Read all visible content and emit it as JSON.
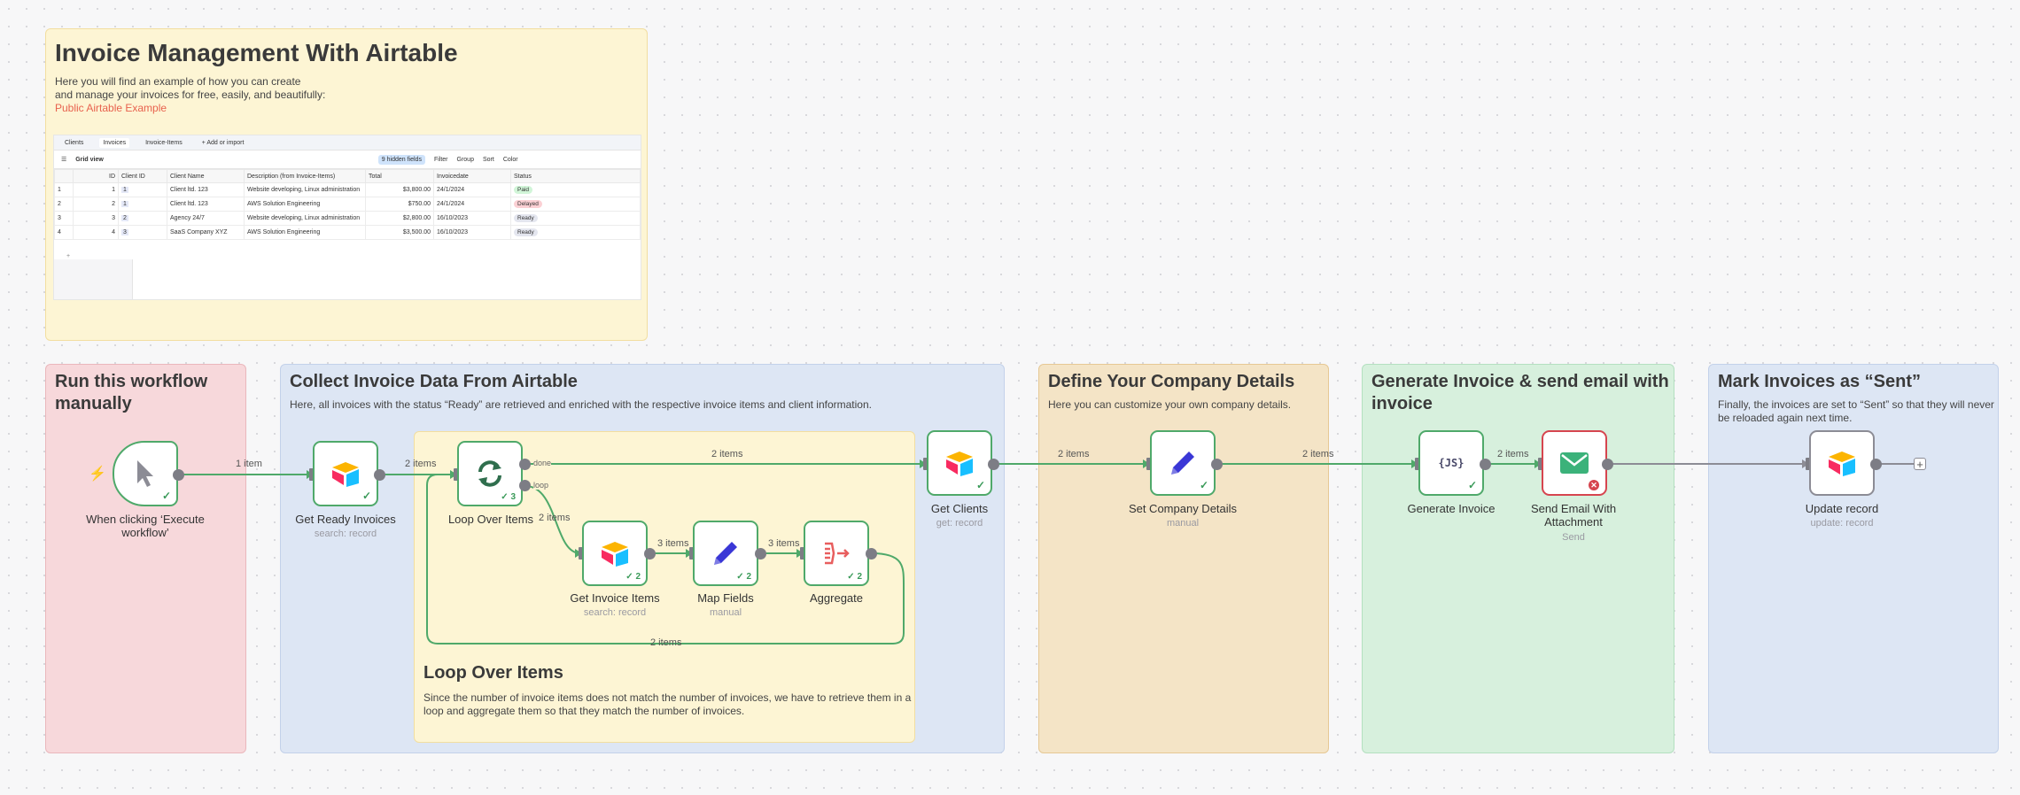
{
  "notes": {
    "intro": {
      "title": "Invoice Management With Airtable",
      "line1": "Here you will find an example of how you can create",
      "line2": "and manage your invoices for free, easily, and beautifully:",
      "link": "Public Airtable Example"
    },
    "run": {
      "title_line1": "Run this workflow",
      "title_line2": "manually"
    },
    "collect": {
      "title": "Collect Invoice Data From Airtable",
      "desc": "Here, all invoices with the status “Ready” are retrieved and enriched with the respective invoice items and client information."
    },
    "loop": {
      "title": "Loop Over Items",
      "desc1": "Since the number of invoice items does not match the number of invoices, we have to retrieve them in a",
      "desc2": "loop and aggregate them so that they match the number of invoices."
    },
    "company": {
      "title": "Define Your Company Details",
      "desc": "Here you can customize your own company details."
    },
    "generate": {
      "title_line1": "Generate Invoice & send email with",
      "title_line2": "invoice"
    },
    "mark": {
      "title": "Mark Invoices as “Sent”",
      "desc1": "Finally, the invoices are set to “Sent” so that they will never",
      "desc2": "be reloaded again next time."
    }
  },
  "airtable": {
    "tabs": [
      "Clients",
      "Invoices",
      "Invoice-Items",
      "+ Add or import"
    ],
    "toolbar": {
      "view": "Grid view",
      "hidden": "9 hidden fields",
      "filter": "Filter",
      "group": "Group",
      "sort": "Sort",
      "color": "Color"
    },
    "columns": [
      "ID",
      "Client ID",
      "Client Name",
      "Description (from Invoice-Items)",
      "Total",
      "Invoicedate",
      "Status"
    ],
    "rows": [
      {
        "n": "1",
        "id": "1",
        "client_id": "1",
        "name": "Client ltd. 123",
        "desc": "Website developing, Linux administration",
        "total": "$3,800.00",
        "date": "24/1/2024",
        "status": "Paid"
      },
      {
        "n": "2",
        "id": "2",
        "client_id": "1",
        "name": "Client ltd. 123",
        "desc": "AWS Solution Engineering",
        "total": "$750.00",
        "date": "24/1/2024",
        "status": "Delayed"
      },
      {
        "n": "3",
        "id": "3",
        "client_id": "2",
        "name": "Agency 24/7",
        "desc": "Website developing, Linux administration",
        "total": "$2,800.00",
        "date": "16/10/2023",
        "status": "Ready"
      },
      {
        "n": "4",
        "id": "4",
        "client_id": "3",
        "name": "SaaS Company XYZ",
        "desc": "AWS Solution Engineering",
        "total": "$3,500.00",
        "date": "16/10/2023",
        "status": "Ready"
      }
    ],
    "add_row": "+"
  },
  "nodes": {
    "trigger": {
      "label_line1": "When clicking ‘Execute",
      "label_line2": "workflow’",
      "icon": "cursor-icon"
    },
    "get_ready": {
      "label": "Get Ready Invoices",
      "sub": "search: record",
      "icon": "airtable-icon"
    },
    "loop": {
      "label": "Loop Over Items",
      "count": "3",
      "icon": "loop-icon",
      "port_done": "done",
      "port_loop": "loop"
    },
    "get_items": {
      "label": "Get Invoice Items",
      "sub": "search: record",
      "count": "2",
      "icon": "airtable-icon"
    },
    "map": {
      "label": "Map Fields",
      "sub": "manual",
      "count": "2",
      "icon": "pencil-icon"
    },
    "aggregate": {
      "label": "Aggregate",
      "count": "2",
      "icon": "aggregate-icon"
    },
    "get_clients": {
      "label": "Get Clients",
      "sub": "get: record",
      "icon": "airtable-icon"
    },
    "company": {
      "label": "Set Company Details",
      "sub": "manual",
      "icon": "pencil-icon"
    },
    "generate": {
      "label": "Generate Invoice",
      "icon": "js-icon",
      "js": "{JS}"
    },
    "email": {
      "label_line1": "Send Email With",
      "label_line2": "Attachment",
      "sub": "Send",
      "icon": "email-icon"
    },
    "update": {
      "label": "Update record",
      "sub": "update: record",
      "icon": "airtable-icon"
    }
  },
  "edges": {
    "e1": "1 item",
    "e2": "2 items",
    "e_done": "2 items",
    "e_loop": "2 items",
    "e_items_map": "3 items",
    "e_map_agg": "3 items",
    "e_back": "2 items",
    "e_clients": "2 items",
    "e_company": "2 items",
    "e_generate": "2 items"
  },
  "colors": {
    "success": "#4fa96a",
    "error": "#d6454f",
    "airtable_yellow": "#fcb400",
    "airtable_red": "#f82b60",
    "airtable_blue": "#18bfff",
    "pencil": "#3a37d6"
  }
}
